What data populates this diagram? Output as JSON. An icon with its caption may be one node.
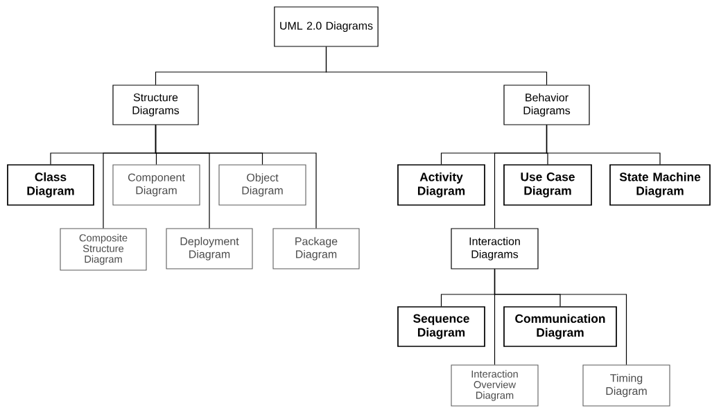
{
  "diagram": {
    "nodes": [
      {
        "text": [
          "UML 2.0 Diagrams"
        ]
      },
      {
        "text": [
          "Structure Diagrams"
        ]
      },
      {
        "text": [
          "Behavior Diagrams"
        ]
      },
      {
        "text": [
          "Class Diagram"
        ]
      },
      {
        "text": [
          "Component Diagram"
        ]
      },
      {
        "text": [
          "Object Diagram"
        ]
      },
      {
        "text": [
          "Composite Structure Diagram"
        ]
      },
      {
        "text": [
          "Deployment Diagram"
        ]
      },
      {
        "text": [
          "Package Diagram"
        ]
      },
      {
        "text": [
          "Activity Diagram"
        ]
      },
      {
        "text": [
          "Use Case Diagram"
        ]
      },
      {
        "text": [
          "State Machine Diagram"
        ]
      },
      {
        "text": [
          "Interaction Diagrams"
        ]
      },
      {
        "text": [
          "Sequence Diagram"
        ]
      },
      {
        "text": [
          "Communication Diagram"
        ]
      },
      {
        "text": [
          "Interaction Overview Diagram"
        ]
      },
      {
        "text": [
          "Timing Diagram"
        ]
      }
    ],
    "edges": [
      {
        "from": 0,
        "to": 1,
        "arrow": "none"
      },
      {
        "from": 0,
        "to": 2,
        "arrow": "none"
      },
      {
        "from": 1,
        "to": 3,
        "arrow": "none"
      },
      {
        "from": 1,
        "to": 6,
        "arrow": "none"
      },
      {
        "from": 1,
        "to": 4,
        "arrow": "none"
      },
      {
        "from": 1,
        "to": 7,
        "arrow": "none"
      },
      {
        "from": 1,
        "to": 5,
        "arrow": "none"
      },
      {
        "from": 1,
        "to": 8,
        "arrow": "none"
      },
      {
        "from": 2,
        "to": 9,
        "arrow": "none"
      },
      {
        "from": 2,
        "to": 12,
        "arrow": "none"
      },
      {
        "from": 2,
        "to": 10,
        "arrow": "none"
      },
      {
        "from": 2,
        "to": 11,
        "arrow": "none"
      },
      {
        "from": 12,
        "to": 13,
        "arrow": "none"
      },
      {
        "from": 12,
        "to": 15,
        "arrow": "none"
      },
      {
        "from": 12,
        "to": 14,
        "arrow": "none"
      },
      {
        "from": 12,
        "to": 16,
        "arrow": "none"
      }
    ]
  }
}
